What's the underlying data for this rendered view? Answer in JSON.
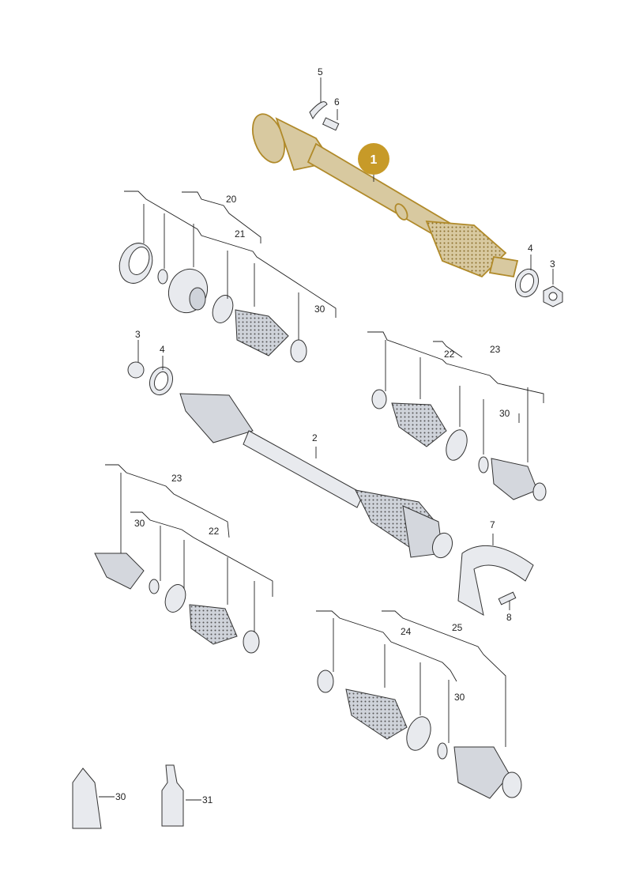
{
  "colors": {
    "highlight_fill": "#d8c9a0",
    "highlight_stroke": "#b08a2a",
    "badge": "#c79a28",
    "badge_text": "#ffffff",
    "line": "#222222",
    "metal": "#e8eaee",
    "boot": "#d4d7dd"
  },
  "highlight": {
    "part_number": "1"
  },
  "callouts": {
    "n1": "1",
    "n2": "2",
    "n3a": "3",
    "n3b": "3",
    "n4a": "4",
    "n4b": "4",
    "n5": "5",
    "n6": "6",
    "n7": "7",
    "n8": "8",
    "n20": "20",
    "n21": "21",
    "n22a": "22",
    "n22b": "22",
    "n23a": "23",
    "n23b": "23",
    "n24": "24",
    "n25": "25",
    "n30a": "30",
    "n30b": "30",
    "n30c": "30",
    "n30d": "30",
    "n30e": "30",
    "n31": "31"
  }
}
